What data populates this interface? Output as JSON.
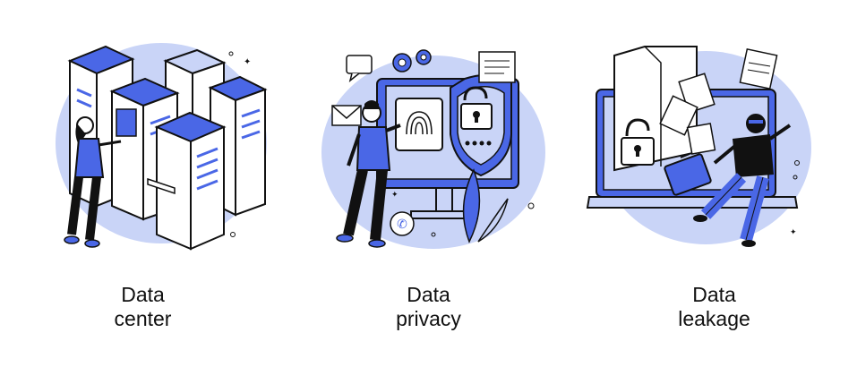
{
  "panels": [
    {
      "line1": "Data",
      "line2": "center"
    },
    {
      "line1": "Data",
      "line2": "privacy"
    },
    {
      "line1": "Data",
      "line2": "leakage"
    }
  ],
  "colors": {
    "accent": "#4a67e6",
    "light": "#c9d4f7",
    "ink": "#111111"
  },
  "icons": [
    "server-rack-icon",
    "gear-icon",
    "fingerprint-icon",
    "padlock-icon",
    "shield-icon",
    "envelope-icon",
    "phone-icon",
    "chat-bubble-icon",
    "document-icon",
    "laptop-icon",
    "briefcase-icon"
  ]
}
